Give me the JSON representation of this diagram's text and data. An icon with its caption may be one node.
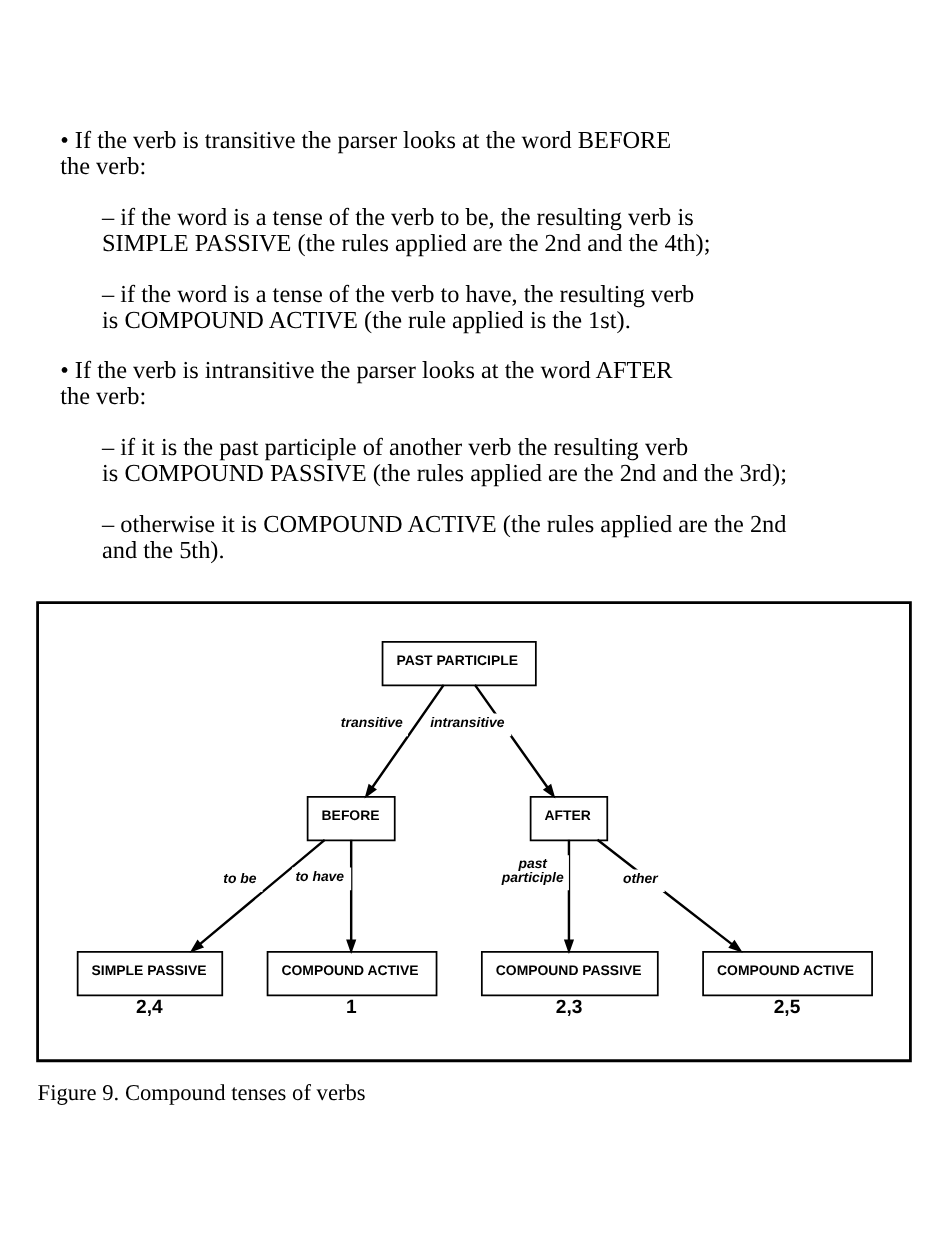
{
  "diagram": {
    "caption": "Figure 9. Compound tenses of verbs",
    "nodes": [
      {
        "text": [],
        "shape": "box"
      },
      {
        "text": [
          "PAST PARTICIPLE"
        ],
        "in": 0
      },
      {
        "text": [
          "BEFORE"
        ],
        "in": 0
      },
      {
        "text": [
          "AFTER"
        ],
        "in": 0
      },
      {
        "text": [
          "SIMPLE PASSIVE"
        ],
        "beside": [
          "2,4"
        ],
        "in": 0
      },
      {
        "text": [
          "COMPOUND ACTIVE"
        ],
        "beside": [
          "1"
        ],
        "in": 0
      },
      {
        "text": [
          "COMPOUND PASSIVE"
        ],
        "beside": [
          "2,3"
        ],
        "in": 0
      },
      {
        "text": [
          "COMPOUND ACTIVE"
        ],
        "beside": [
          "2,5"
        ],
        "in": 0
      }
    ],
    "edges": [
      {
        "from": 1,
        "to": 2,
        "arrow": "to",
        "label": "transitive"
      },
      {
        "from": 1,
        "to": 3,
        "arrow": "to",
        "label": "intransitive"
      },
      {
        "from": 2,
        "to": 4,
        "arrow": "to",
        "label": "to be"
      },
      {
        "from": 2,
        "to": 5,
        "arrow": "to",
        "label": "to have"
      },
      {
        "from": 3,
        "to": 6,
        "arrow": "to",
        "label": "past participle"
      },
      {
        "from": 3,
        "to": 7,
        "arrow": "to",
        "label": "other"
      }
    ],
    "labels": [
      "• If the verb is transitive the parser looks at the word BEFORE the verb:",
      "– if the word is a tense of the verb to be, the resulting verb is SIMPLE PASSIVE (the rules applied are the 2nd and the 4th);",
      "– if the word is a tense of the verb to have, the resulting verb is COMPOUND ACTIVE (the rule applied is the 1st).",
      "• If the verb is intransitive the parser looks at the word AFTER the verb:",
      "– if it is the past participle of another verb the resulting verb is COMPOUND PASSIVE (the rules applied are the 2nd and the 3rd);",
      "– otherwise it is COMPOUND ACTIVE (the rules applied are the 2nd and the 5th)."
    ]
  }
}
